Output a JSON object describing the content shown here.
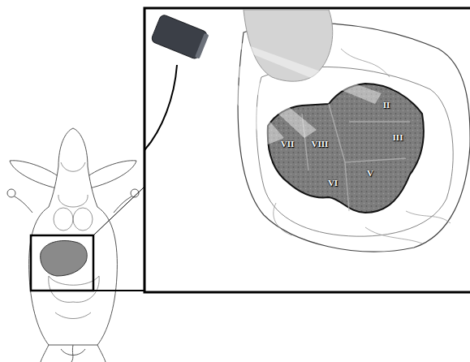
{
  "diagram": {
    "labels": [
      "VII",
      "VIII",
      "II",
      "III",
      "VI",
      "V"
    ]
  }
}
